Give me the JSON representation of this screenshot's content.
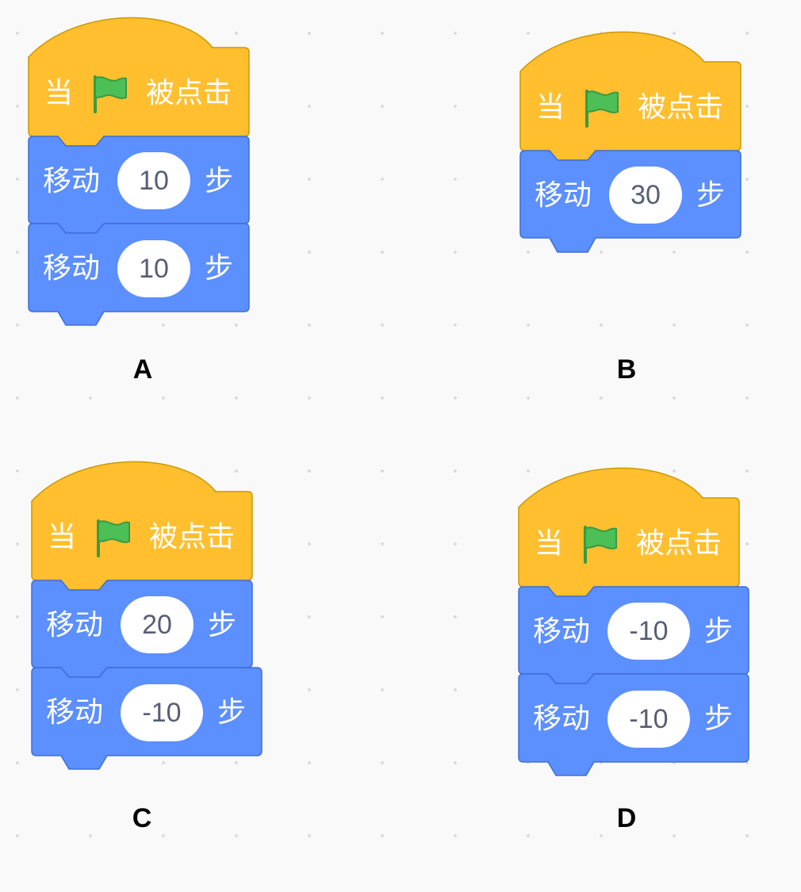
{
  "blocks": {
    "hat_when": "当",
    "hat_clicked": "被点击",
    "move": "移动",
    "steps": "步"
  },
  "icons": {
    "flag": "green-flag-icon"
  },
  "colors": {
    "events": "#ffbf2f",
    "events_border": "#cc9900",
    "motion": "#5c8fff",
    "motion_border": "#3e6fd6",
    "flag": "#4cbf56",
    "flag_stroke": "#3a9a44"
  },
  "options": [
    {
      "label": "A",
      "moves": [
        "10",
        "10"
      ]
    },
    {
      "label": "B",
      "moves": [
        "30"
      ]
    },
    {
      "label": "C",
      "moves": [
        "20",
        "-10"
      ]
    },
    {
      "label": "D",
      "moves": [
        "-10",
        "-10"
      ]
    }
  ]
}
